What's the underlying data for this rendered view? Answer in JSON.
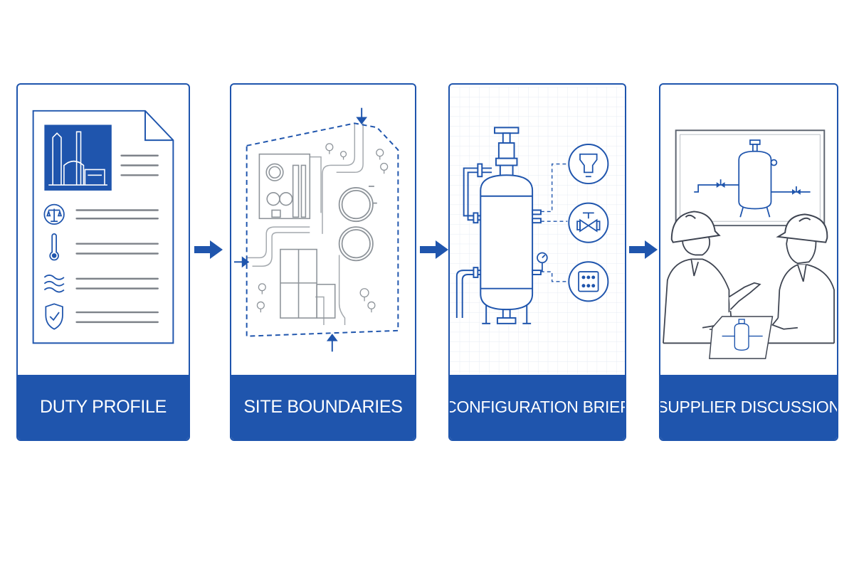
{
  "steps": [
    {
      "label": "DUTY PROFILE",
      "icons": [
        "document-icon",
        "plant-icon",
        "scale-icon",
        "thermometer-icon",
        "waves-icon",
        "shield-check-icon"
      ]
    },
    {
      "label": "SITE BOUNDARIES",
      "icons": [
        "site-plan-icon",
        "tree-icon",
        "arrow-down-icon",
        "arrow-right-icon",
        "arrow-up-icon"
      ]
    },
    {
      "label": "CONFIGURATION BRIEF",
      "icons": [
        "vessel-icon",
        "filter-icon",
        "valve-icon",
        "control-panel-icon",
        "gauge-icon"
      ]
    },
    {
      "label": "SUPPLIER DISCUSSION",
      "icons": [
        "whiteboard-icon",
        "engineer-icon",
        "hard-hat-icon",
        "drawing-icon"
      ]
    }
  ],
  "colors": {
    "accent": "#1f55ad",
    "line_gray": "#9aa0a6",
    "text_on_accent": "#ffffff"
  }
}
